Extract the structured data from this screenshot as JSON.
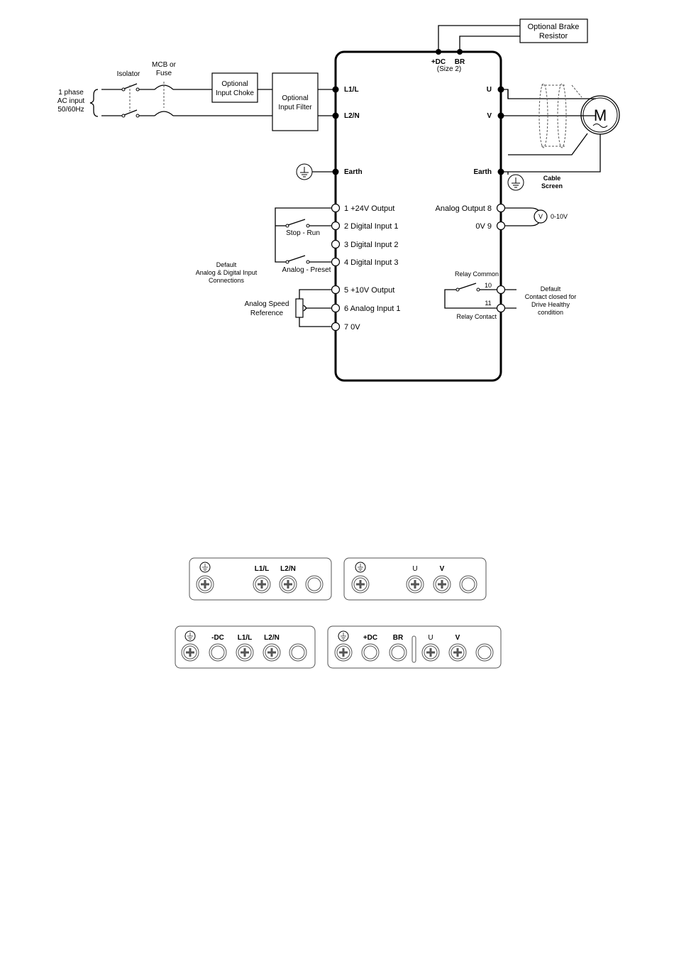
{
  "wiring": {
    "supply": [
      "1 phase",
      "AC input",
      "50/60Hz"
    ],
    "isolator": "Isolator",
    "mcb": [
      "MCB or",
      "Fuse"
    ],
    "choke": [
      "Optional",
      "Input Choke"
    ],
    "filter": [
      "Optional",
      "Input Filter"
    ],
    "brake": [
      "Optional Brake",
      "Resistor"
    ],
    "dc_plus": "+DC",
    "br": "BR",
    "size2": "(Size 2)",
    "l1": "L1/L",
    "l2": "L2/N",
    "earth_left": "Earth",
    "earth_right": "Earth",
    "u": "U",
    "v": "V",
    "motor": "M",
    "cable_screen": [
      "Cable",
      "Screen"
    ],
    "terminals_left": [
      "1 +24V Output",
      "2 Digital Input 1",
      "3 Digital Input 2",
      "4 Digital Input 3",
      "5 +10V Output",
      "6 Analog Input 1",
      "7 0V"
    ],
    "terminals_right": [
      "Analog Output 8",
      "0V 9"
    ],
    "stop_run": "Stop - Run",
    "analog_preset": "Analog - Preset",
    "default_conn": [
      "Default",
      "Analog & Digital Input",
      "Connections"
    ],
    "speed_ref": [
      "Analog Speed",
      "Reference"
    ],
    "meter_v": "V",
    "meter_range": "0-10V",
    "relay_common": "Relay Common",
    "relay_contact": "Relay Contact",
    "t10": "10",
    "t11": "11",
    "relay_note": [
      "Default",
      "Contact closed for",
      "Drive Healthy",
      "condition"
    ]
  },
  "terminal_blocks": {
    "size1_power": [
      "L1/L",
      "L2/N"
    ],
    "size1_motor": [
      "U",
      "V"
    ],
    "size2_power": [
      "-DC",
      "L1/L",
      "L2/N"
    ],
    "size2_motor": [
      "+DC",
      "BR",
      "U",
      "V"
    ]
  }
}
